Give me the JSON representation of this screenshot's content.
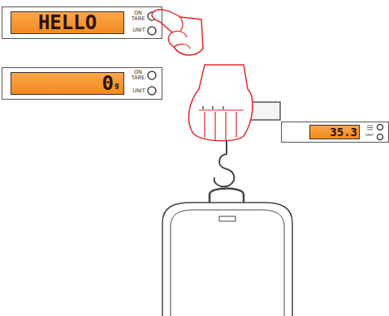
{
  "diagram": {
    "nodes": [
      {
        "text": [
          "ON TARE",
          "UNIT"
        ]
      },
      {
        "text": [
          "HELLO"
        ],
        "in": 0
      },
      {
        "text": [
          "ON TARE",
          "UNIT"
        ]
      },
      {
        "text": [
          "0",
          "g"
        ],
        "in": 2
      },
      {
        "text": [
          "UNIT"
        ]
      },
      {
        "text": [
          "35.3"
        ],
        "in": 4
      }
    ]
  }
}
